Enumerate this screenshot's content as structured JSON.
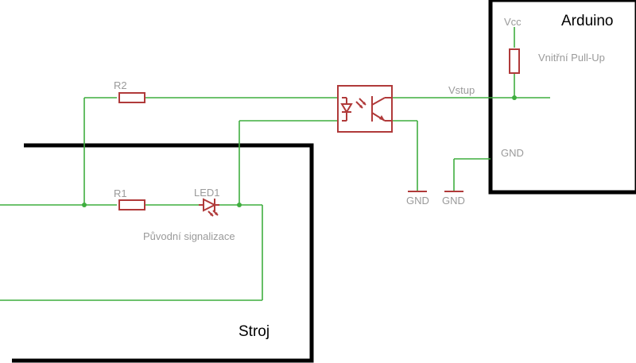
{
  "blocks": {
    "arduino": "Arduino",
    "machine": "Stroj"
  },
  "components": {
    "r2": "R2",
    "r1": "R1",
    "led1": "LED1",
    "pullup_supply": "Vcc",
    "pullup_label": "Vnitřní Pull-Up"
  },
  "nets": {
    "input": "Vstup",
    "arduino_gnd": "GND",
    "gnd_1": "GND",
    "gnd_2": "GND"
  },
  "notes": {
    "original_signal": "Původní signalizace"
  },
  "colors": {
    "wire": "#3fae3f",
    "component": "#b03a3a",
    "frame": "#000000",
    "label": "#9a9a9a"
  }
}
